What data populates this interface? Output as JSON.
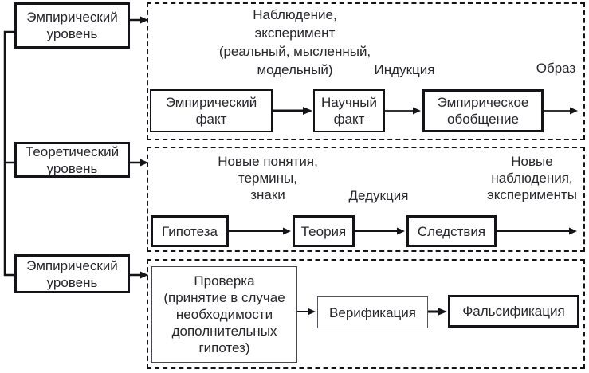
{
  "colors": {
    "background": "#ffffff",
    "line": "#141418",
    "text": "#26262b",
    "thin_border": "#55565c"
  },
  "left_column": {
    "boxes": [
      {
        "label": "Эмпирический\nуровень"
      },
      {
        "label": "Теоретический\nуровень"
      },
      {
        "label": "Эмпирический\nуровень"
      }
    ]
  },
  "empirical_panel": {
    "header": "Наблюдение,\nэксперимент\n(реальный, мысленный,\nмодельный)",
    "induction_label": "Индукция",
    "result_label": "Образ",
    "boxes": [
      {
        "label": "Эмпирический\nфакт"
      },
      {
        "label": "Научный\nфакт"
      },
      {
        "label": "Эмпирическое\nобобщение"
      }
    ]
  },
  "theoretical_panel": {
    "header": "Новые понятия,\nтермины,\nзнаки",
    "deduction_label": "Дедукция",
    "result_label": "Новые\nнаблюдения,\nэксперименты",
    "boxes": [
      {
        "label": "Гипотеза"
      },
      {
        "label": "Теория"
      },
      {
        "label": "Следствия"
      }
    ]
  },
  "verification_panel": {
    "boxes": [
      {
        "label": "Проверка\n(принятие в случае\nнеобходимости\nдополнительных\nгипотез)"
      },
      {
        "label": "Верификация"
      },
      {
        "label": "Фальсификация"
      }
    ]
  }
}
